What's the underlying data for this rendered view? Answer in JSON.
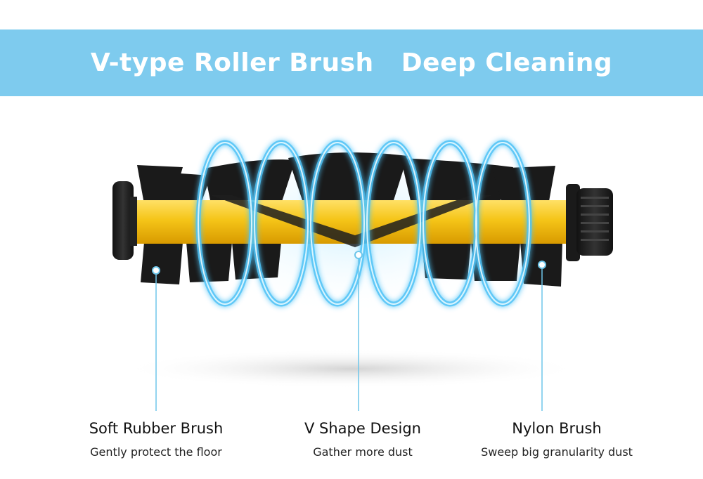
{
  "banner": {
    "title": "V-type Roller Brush   Deep Cleaning"
  },
  "colors": {
    "banner_bg": "#7ecbee",
    "roller_yellow": "#f5c518",
    "glow_blue": "#4fc3f7",
    "bristle": "#1a1a1a",
    "callout_line": "#6ec6ea"
  },
  "features": [
    {
      "title": "Soft Rubber Brush",
      "subtitle": "Gently protect the floor"
    },
    {
      "title": "V Shape Design",
      "subtitle": "Gather more dust"
    },
    {
      "title": "Nylon Brush",
      "subtitle": "Sweep big granularity dust"
    }
  ]
}
